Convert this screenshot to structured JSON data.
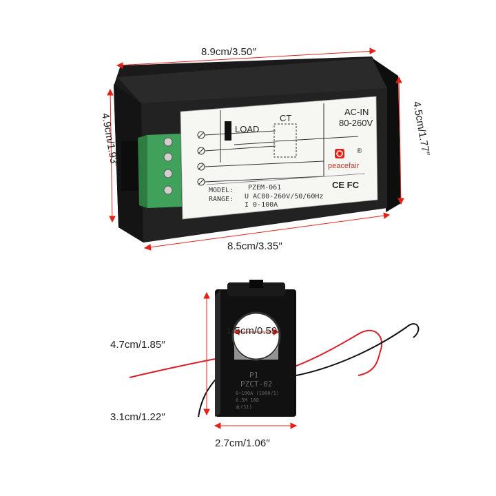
{
  "dimensions": {
    "meter_width": "8.9cm/3.50′′",
    "meter_height_right": "4.5cm/1.77′′",
    "meter_height_left": "4.9cm/1.93′′",
    "meter_depth": "8.5cm/3.35′′",
    "ct_hole": "1.5cm/0.59′′",
    "ct_height": "4.7cm/1.85′′",
    "ct_lower": "3.1cm/1.22′′",
    "ct_width": "2.7cm/1.06′′"
  },
  "meter_label": {
    "load": "LOAD",
    "ct": "CT",
    "ac_in": "AC-IN",
    "voltage": "80-260V",
    "model_key": "MODEL:",
    "model_value": "PZEM-061",
    "range_key": "RANGE:",
    "range_u": "U  AC80-260V/50/60Hz",
    "range_i": "I  0-100A",
    "brand": "peacefair",
    "registered": "®",
    "certs": "CE FC"
  },
  "ct_sensor": {
    "line1": "P1",
    "line2": "PZCT-02",
    "line3": "0~100A (1000/1)",
    "line4": "0.5M       10Ω",
    "line5": "女(S1)"
  },
  "colors": {
    "dimension_line": "#e2231a",
    "meter_body": "#1c1c1c",
    "terminal_block": "#3fa15a",
    "wire_red": "#d8202a",
    "wire_black": "#111111"
  }
}
